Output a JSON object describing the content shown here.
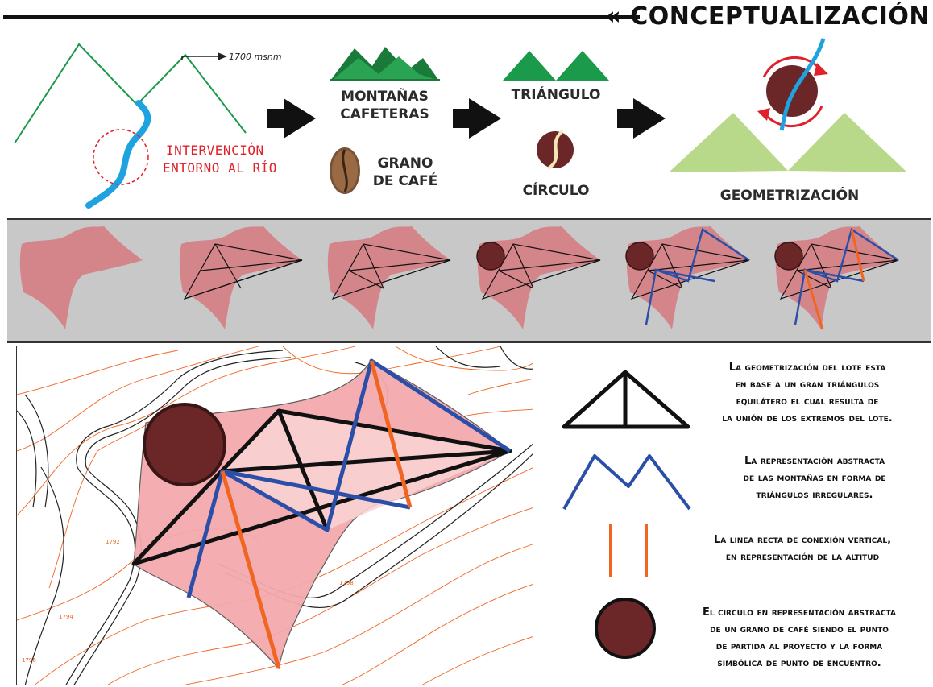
{
  "header": {
    "title": "« CONCEPTUALIZACIÓN"
  },
  "concept": {
    "altitude_label": "1700 msnm",
    "intervention_line1": "INTERVENCIÓN",
    "intervention_line2": "ENTORNO AL RÍO",
    "mountains_line1": "MONTAÑAS",
    "mountains_line2": "CAFETERAS",
    "bean_line1": "GRANO",
    "bean_line2": "DE CAFÉ",
    "triangle_label": "TRIÁNGULO",
    "circle_label": "CÍRCULO",
    "geometrization_label": "GEOMETRIZACIÓN"
  },
  "colors": {
    "mountain_green": "#1a9a4a",
    "river_blue": "#1fa3e0",
    "coffee": "#6b2628",
    "lot_pink": "#d4858a",
    "accent_red": "#e0202a",
    "geom_green": "#b8d98a",
    "line_blue": "#2b4fa8",
    "line_orange": "#f06522"
  },
  "legend": {
    "triangle": [
      "La geometrización del lote esta",
      "en base a un gran triángulos",
      "equilátero el cual resulta de",
      "la unión de los extremos del lote."
    ],
    "mountains": [
      "La representación abstracta",
      "de las montañas en forma de",
      "triángulos irregulares."
    ],
    "vertical": [
      "La linea recta de conexión vertical,",
      "en representación de la altitud"
    ],
    "circle": [
      "El circulo en representación abstracta",
      "de un grano de café siendo el punto",
      "de partida al proyecto y la forma",
      "simbólica de punto de encuentro."
    ]
  },
  "contours": {
    "a": "1792",
    "b": "1794",
    "c": "1796",
    "d": "1798"
  }
}
